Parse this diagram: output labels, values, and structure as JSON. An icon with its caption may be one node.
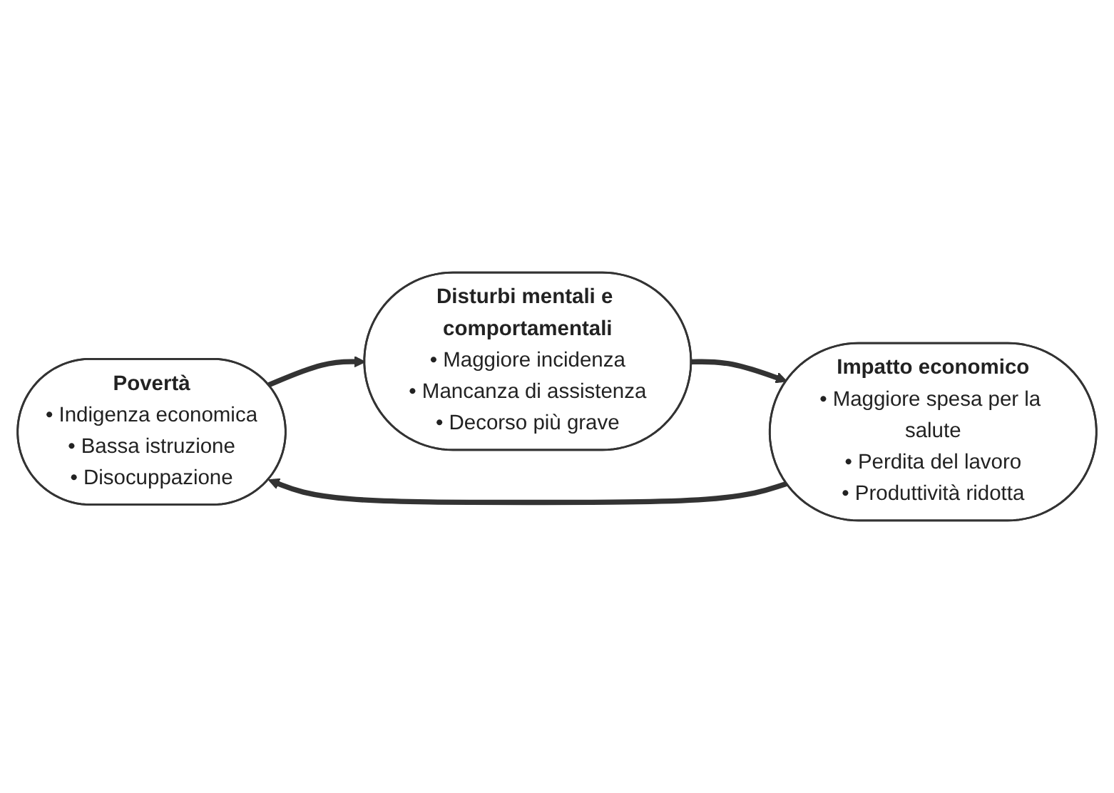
{
  "diagram": {
    "nodes": [
      {
        "text": [
          "Povertà",
          "• Indigenza economica",
          "• Bassa istruzione",
          "• Disocuppazione"
        ]
      },
      {
        "text": [
          "Disturbi mentali e comportamentali",
          "• Maggiore incidenza",
          "• Mancanza di assistenza",
          "• Decorso più grave"
        ]
      },
      {
        "text": [
          "Impatto economico",
          "• Maggiore spesa per la salute",
          "• Perdita del lavoro",
          "• Produttività ridotta"
        ]
      }
    ],
    "edges": [
      {
        "from": 0,
        "to": 1,
        "arrow": "to"
      },
      {
        "from": 1,
        "to": 2,
        "arrow": "to"
      },
      {
        "from": 2,
        "to": 0,
        "arrow": "to"
      }
    ]
  }
}
